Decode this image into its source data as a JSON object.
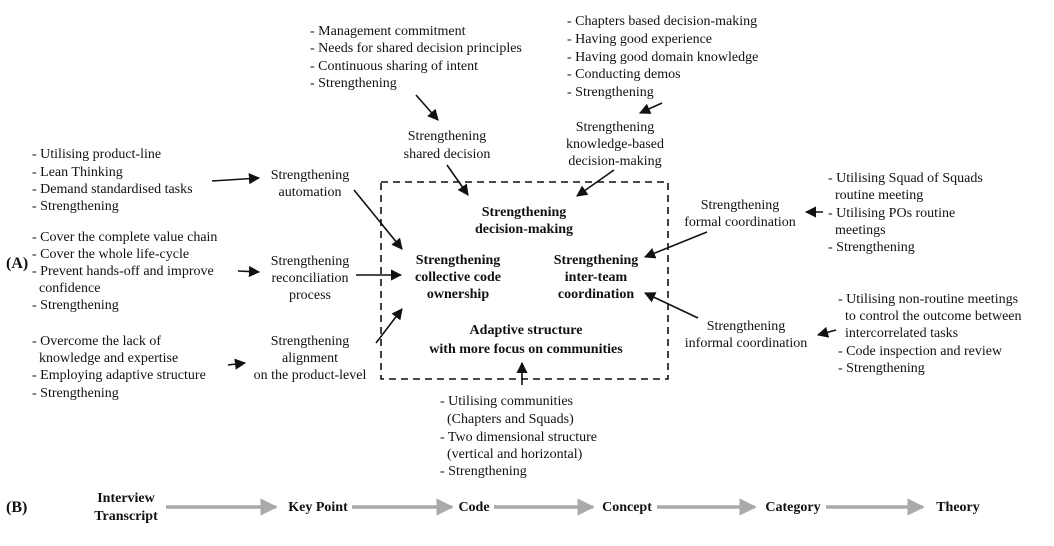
{
  "panel_labels": {
    "a": "(A)",
    "b": "(B)"
  },
  "inner_box": {
    "decision": [
      "Strengthening",
      "decision-making"
    ],
    "ownership": [
      "Strengthening",
      "collective code",
      "ownership"
    ],
    "interteam": [
      "Strengthening",
      "inter-team",
      "coordination"
    ],
    "adaptive": [
      "Adaptive structure",
      "with more focus on communities"
    ]
  },
  "concepts": {
    "automation": [
      "Strengthening",
      "automation"
    ],
    "reconciliation": [
      "Strengthening",
      "reconciliation",
      "process"
    ],
    "alignment": [
      "Strengthening",
      "alignment",
      "on the product-level"
    ],
    "shared_decision": [
      "Strengthening",
      "shared decision"
    ],
    "knowledge_decision": [
      "Strengthening",
      "knowledge-based",
      "decision-making"
    ],
    "formal_coordination": [
      "Strengthening",
      "formal coordination"
    ],
    "informal_coordination": [
      "Strengthening",
      "informal coordination"
    ]
  },
  "codes": {
    "automation": [
      "- Utilising product-line",
      "- Lean Thinking",
      "- Demand standardised tasks",
      "- Strengthening"
    ],
    "reconciliation": [
      "- Cover the complete value chain",
      "- Cover the whole life-cycle",
      "- Prevent hands-off and improve",
      "  confidence",
      "- Strengthening"
    ],
    "alignment": [
      "- Overcome the lack of",
      "  knowledge and expertise",
      "- Employing adaptive structure",
      "- Strengthening"
    ],
    "shared_decision": [
      "- Management commitment",
      "- Needs for shared decision principles",
      "- Continuous sharing of intent",
      "- Strengthening"
    ],
    "knowledge_decision": [
      "- Chapters based decision-making",
      "- Having good experience",
      "- Having good domain knowledge",
      "- Conducting demos",
      "- Strengthening"
    ],
    "formal_coordination": [
      "- Utilising Squad of Squads",
      "  routine meeting",
      "- Utilising POs routine",
      "  meetings",
      "- Strengthening"
    ],
    "informal_coordination": [
      "- Utilising non-routine meetings",
      "  to control the outcome between",
      "  intercorrelated tasks",
      "- Code inspection and review",
      "- Strengthening"
    ],
    "communities": [
      "- Utilising communities",
      "  (Chapters and Squads)",
      "- Two dimensional structure",
      "  (vertical and horizontal)",
      "- Strengthening"
    ]
  },
  "pipeline": [
    "Interview Transcript",
    "Key Point",
    "Code",
    "Concept",
    "Category",
    "Theory"
  ]
}
